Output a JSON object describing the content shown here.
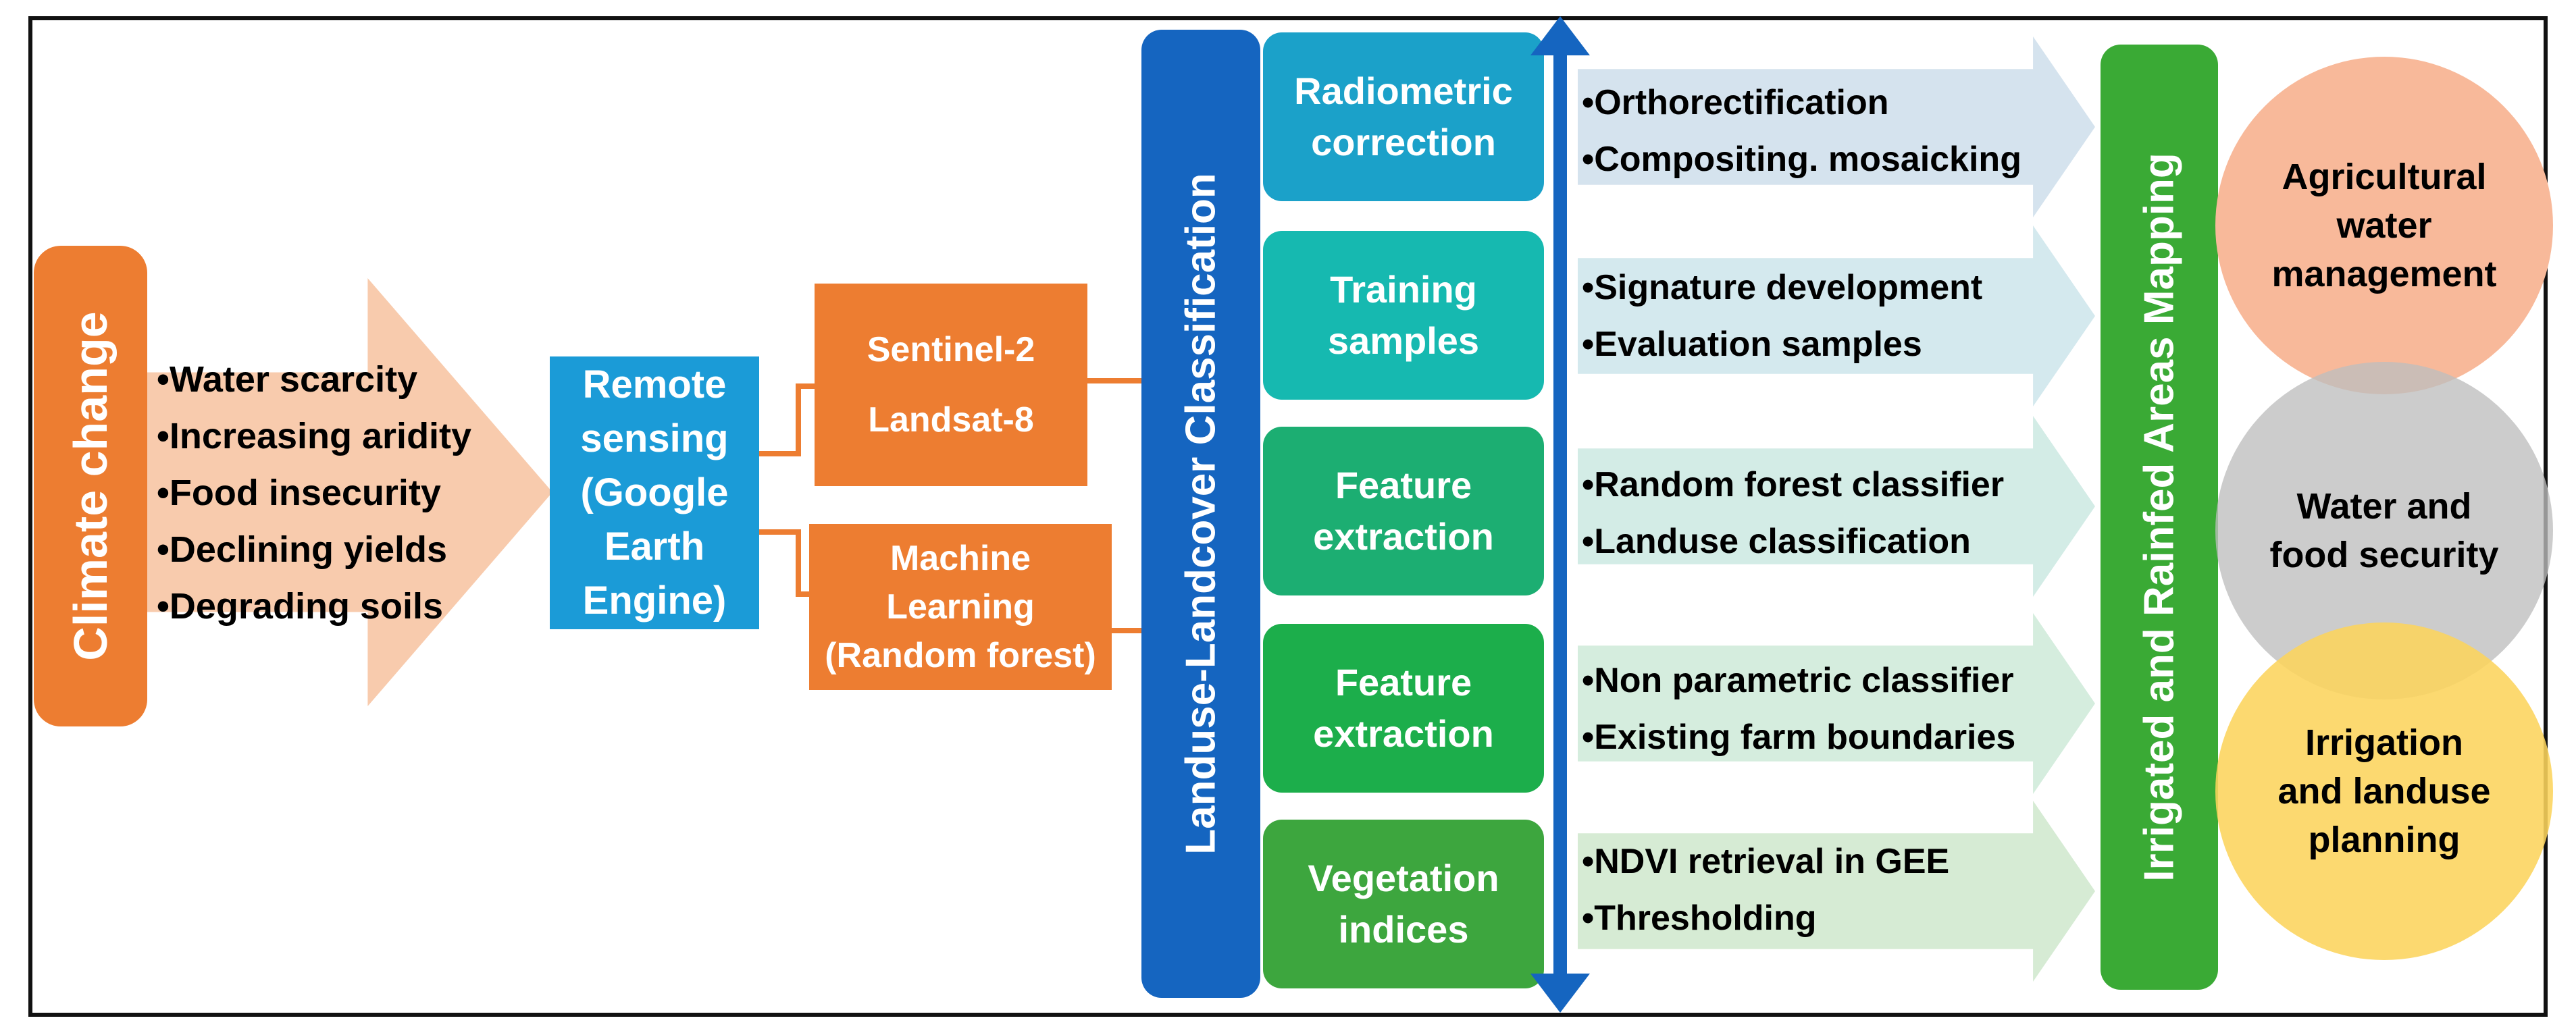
{
  "climate": {
    "title": "Climate change",
    "bullets": [
      "Water scarcity",
      "Increasing aridity",
      "Food insecurity",
      "Declining yields",
      "Degrading soils"
    ]
  },
  "remote_sensing": {
    "label": "Remote\nsensing\n(Google\nEarth\nEngine)"
  },
  "satellites": {
    "line1": "Sentinel-2",
    "line2": "Landsat-8"
  },
  "ml": {
    "label": "Machine\nLearning\n(Random forest)"
  },
  "classification": {
    "title": "Landuse-Landcover Classification"
  },
  "steps": [
    {
      "label": "Radiometric\ncorrection",
      "bullets": [
        "Orthorectification",
        "Compositing. mosaicking"
      ]
    },
    {
      "label": "Training\nsamples",
      "bullets": [
        "Signature development",
        "Evaluation samples"
      ]
    },
    {
      "label": "Feature\nextraction",
      "bullets": [
        "Random forest classifier",
        "Landuse classification"
      ]
    },
    {
      "label": "Feature\nextraction",
      "bullets": [
        "Non parametric classifier",
        "Existing farm boundaries"
      ]
    },
    {
      "label": "Vegetation\nindices",
      "bullets": [
        "NDVI retrieval in GEE",
        "Thresholding"
      ]
    }
  ],
  "mapping": {
    "title": "Irrigated and Rainfed Areas Mapping"
  },
  "outcomes": [
    {
      "label": "Agricultural\nwater\nmanagement"
    },
    {
      "label": "Water and\nfood security"
    },
    {
      "label": "Irrigation\nand landuse\nplanning"
    }
  ],
  "colors": {
    "orange": "#ED7D31",
    "peach": "#F8CBAD",
    "blue": "#1B9BD7",
    "dark_blue": "#1565C0",
    "green": "#3AAA35",
    "step_colors": [
      "#1BA1C9",
      "#16B9B0",
      "#1CAE72",
      "#1CAE4B",
      "#3DA63E"
    ],
    "arrow_colors": [
      "#D5E3EE",
      "#D4E9EE",
      "#D3ECE6",
      "#D5EDDE",
      "#D6EBD4"
    ],
    "circle_colors": [
      "#F8B99A",
      "#CBCBCB",
      "#FBD66A"
    ]
  }
}
